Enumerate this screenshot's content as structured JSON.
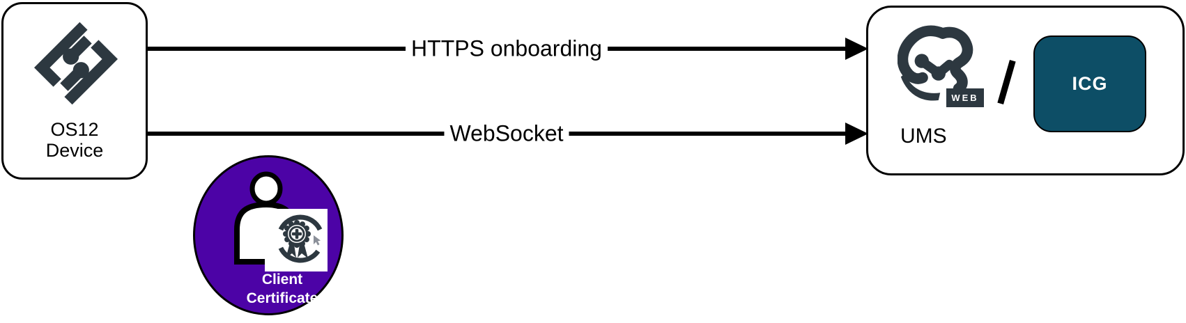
{
  "diagram": {
    "device_box": {
      "label": "OS12\nDevice"
    },
    "arrows": [
      {
        "label": "HTTPS onboarding"
      },
      {
        "label": "WebSocket"
      }
    ],
    "ums_box": {
      "label": "UMS",
      "logo_badge": "WEB",
      "separator": "/",
      "icg": {
        "label": "ICG"
      }
    },
    "client_certificate": {
      "label": "Client\nCertificate"
    }
  },
  "icons": {
    "device_logo": "igel-os-logo-icon",
    "ums_logo": "igel-ums-web-logo-icon",
    "person": "person-silhouette-icon",
    "certificate_badge": "award-rosette-plus-icon",
    "cursor": "mouse-cursor-icon"
  },
  "colors": {
    "logo_slate": "#2d3840",
    "icg_teal": "#0d4e66",
    "certificate_purple": "#4c03a6",
    "arrow_black": "#000000",
    "background": "#ffffff",
    "text_white": "#ffffff"
  }
}
